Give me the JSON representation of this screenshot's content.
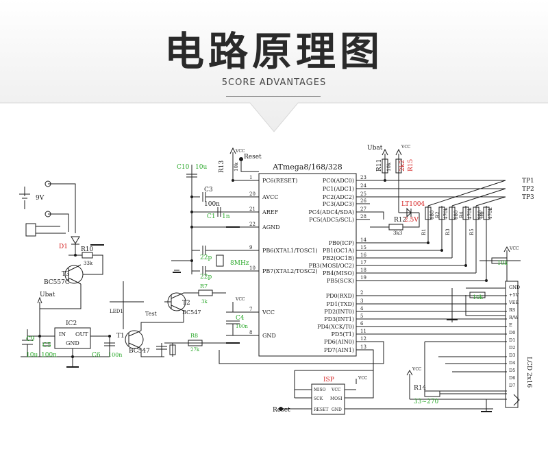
{
  "header": {
    "title": "电路原理图",
    "subtitle": "5CORE ADVANTAGES"
  },
  "colors": {
    "line": "#1a1a1a",
    "green": "#2aa82a",
    "red": "#d42020",
    "banner": "#efefef"
  },
  "mcu": {
    "name": "ATmega8/168/328",
    "pins": [
      {
        "num": "1",
        "label": "PC6(RESET)"
      },
      {
        "num": "20",
        "label": "AVCC"
      },
      {
        "num": "21",
        "label": "AREF"
      },
      {
        "num": "22",
        "label": "AGND"
      },
      {
        "num": "9",
        "label": "PB6(XTAL1/TOSC1)"
      },
      {
        "num": "10",
        "label": "PB7(XTAL2/TOSC2)"
      },
      {
        "num": "7",
        "label": "VCC"
      },
      {
        "num": "8",
        "label": "GND"
      },
      {
        "num": "23",
        "label": "PC0(ADC0)"
      },
      {
        "num": "24",
        "label": "PC1(ADC1)"
      },
      {
        "num": "25",
        "label": "PC2(ADC2)"
      },
      {
        "num": "26",
        "label": "PC3(ADC3)"
      },
      {
        "num": "27",
        "label": "PC4(ADC4/SDA)"
      },
      {
        "num": "28",
        "label": "PC5(ADC5/SCL)"
      },
      {
        "num": "14",
        "label": "PB0(ICP)"
      },
      {
        "num": "15",
        "label": "PB1(OC1A)"
      },
      {
        "num": "16",
        "label": "PB2(OC1B)"
      },
      {
        "num": "17",
        "label": "PB3(MOSI/OC2)"
      },
      {
        "num": "18",
        "label": "PB4(MISO)"
      },
      {
        "num": "19",
        "label": "PB5(SCK)"
      },
      {
        "num": "2",
        "label": "PD0(RXD)"
      },
      {
        "num": "3",
        "label": "PD1(TXD)"
      },
      {
        "num": "4",
        "label": "PD2(INT0)"
      },
      {
        "num": "5",
        "label": "PD3(INT1)"
      },
      {
        "num": "6",
        "label": "PD4(XCK/T0)"
      },
      {
        "num": "11",
        "label": "PD5(T1)"
      },
      {
        "num": "12",
        "label": "PD6(AIN0)"
      },
      {
        "num": "13",
        "label": "PD7(AIN1)"
      }
    ]
  },
  "labels": {
    "vcc": "VCC",
    "reset": "Reset",
    "ubat": "Ubat",
    "bat": "9V",
    "d1": "D1",
    "t3": "T3",
    "t3_part": "BC557C",
    "r10": "R10",
    "r10_val": "33k",
    "ic2": "IC2",
    "ic2_in": "IN",
    "ic2_out": "OUT",
    "ic2_gnd": "GND",
    "c9": "C9",
    "c9_val": "10u",
    "c5": "C5",
    "c5_val": "100n",
    "c6": "C6",
    "c6_val": "100n",
    "t1": "T1",
    "t1_part": "BC547",
    "t2": "T2",
    "t2_part": "BC547",
    "led1": "LED1",
    "test": "Test",
    "c10": "C10",
    "c10_val": "10u",
    "c3": "C3",
    "c3_val": "100n",
    "c1": "C1",
    "c1_val": "1n",
    "c4": "C4",
    "c4_val": "100n",
    "xtal": "8MHz",
    "cx": "22p",
    "r13": "R13",
    "r13_val": "10k",
    "r11": "R11",
    "r11_val": "10k",
    "r15": "R15",
    "r15_val": "2k2",
    "r12": "R12",
    "r12_val": "3k3",
    "lt": "LT1004",
    "lt_val": "2.5V",
    "r14": "R14",
    "r14_val": "33~270",
    "r7": "R7",
    "r7_val": "3k",
    "r8": "R8",
    "r8_val": "27k",
    "isp": "ISP",
    "isp_miso": "MISO",
    "isp_vcc": "VCC",
    "isp_sck": "SCK",
    "isp_mosi": "MOSI",
    "isp_reset": "RESET",
    "isp_gnd": "GND",
    "lcd": "LCD 2x16",
    "lcd_pins": [
      "GND",
      "+5V",
      "VEE",
      "RS",
      "R/W",
      "E",
      "D0",
      "D1",
      "D2",
      "D3",
      "D4",
      "D5",
      "D6",
      "D7",
      "",
      ""
    ],
    "tp1": "TP1",
    "tp2": "TP2",
    "tp3": "TP3",
    "pot": "10k",
    "r_arr": [
      "R1",
      "R2",
      "R3",
      "R4",
      "R5",
      "R6"
    ],
    "r_arr_val": [
      "680",
      "470k",
      "680",
      "470k",
      "680",
      "470k"
    ]
  }
}
